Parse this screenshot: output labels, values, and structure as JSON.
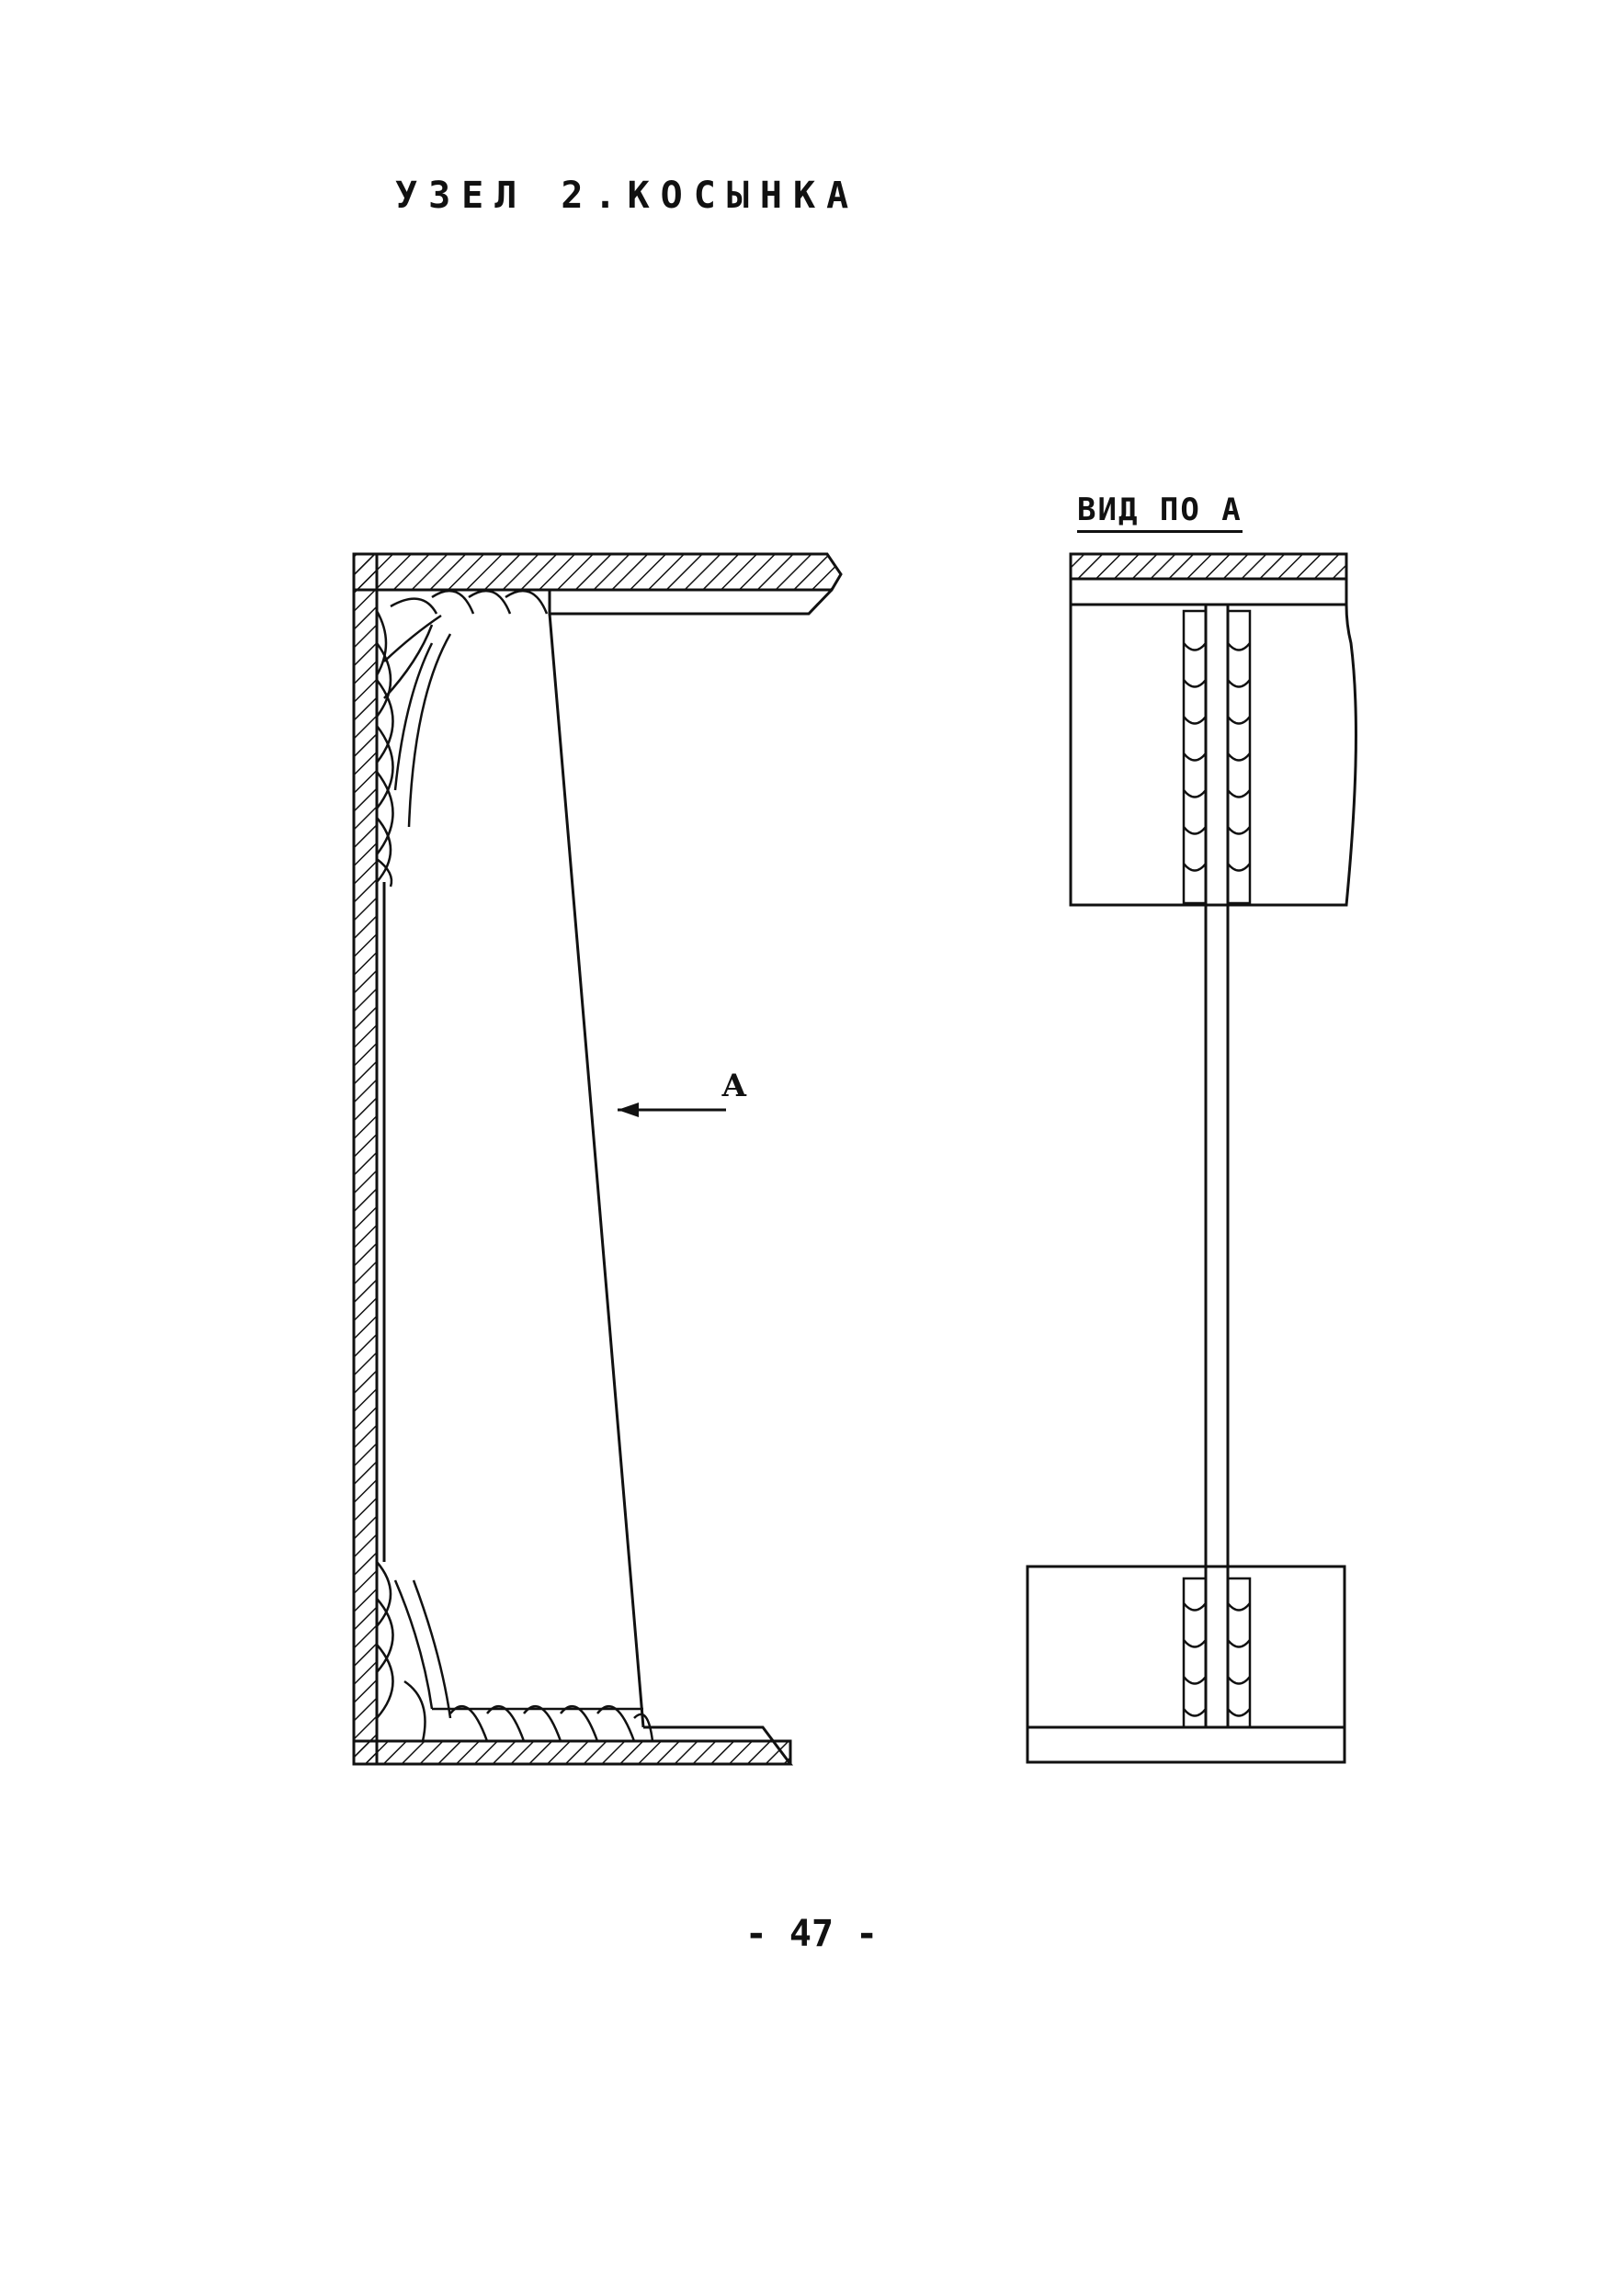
{
  "page": {
    "title": "УЗЕЛ 2.КОСЫНКА",
    "page_number": "- 47 -"
  },
  "drawing": {
    "view_label": "ВИД ПО А",
    "arrow_label": "А"
  }
}
